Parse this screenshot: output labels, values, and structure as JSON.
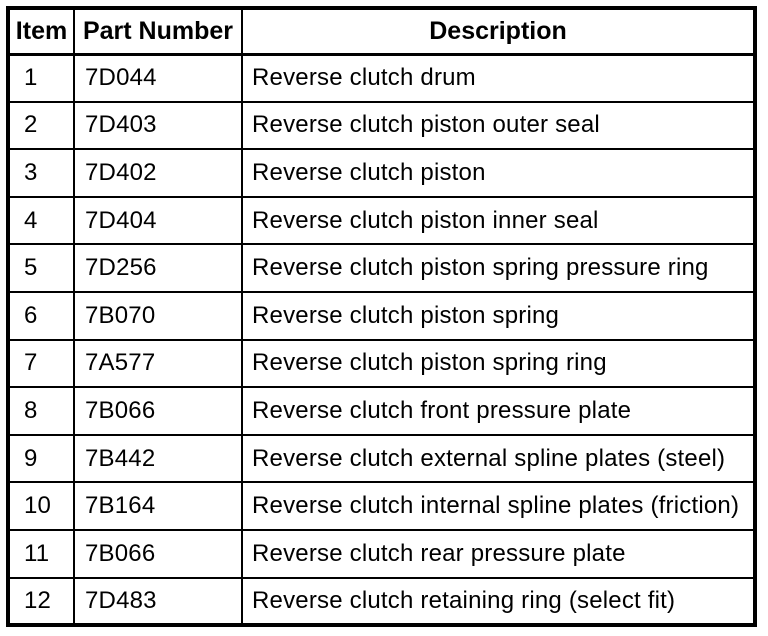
{
  "table": {
    "columns": [
      "Item",
      "Part Number",
      "Description"
    ],
    "rows": [
      {
        "item": "1",
        "part_number": "7D044",
        "description": "Reverse clutch drum"
      },
      {
        "item": "2",
        "part_number": "7D403",
        "description": "Reverse clutch piston outer seal"
      },
      {
        "item": "3",
        "part_number": "7D402",
        "description": "Reverse clutch piston"
      },
      {
        "item": "4",
        "part_number": "7D404",
        "description": "Reverse clutch piston inner seal"
      },
      {
        "item": "5",
        "part_number": "7D256",
        "description": "Reverse clutch piston spring pressure ring"
      },
      {
        "item": "6",
        "part_number": "7B070",
        "description": "Reverse clutch piston spring"
      },
      {
        "item": "7",
        "part_number": "7A577",
        "description": "Reverse clutch piston spring ring"
      },
      {
        "item": "8",
        "part_number": "7B066",
        "description": "Reverse clutch front pressure plate"
      },
      {
        "item": "9",
        "part_number": "7B442",
        "description": "Reverse clutch external spline plates (steel)"
      },
      {
        "item": "10",
        "part_number": "7B164",
        "description": "Reverse clutch internal spline plates (friction)"
      },
      {
        "item": "11",
        "part_number": "7B066",
        "description": "Reverse clutch rear pressure plate"
      },
      {
        "item": "12",
        "part_number": "7D483",
        "description": "Reverse clutch retaining ring (select fit)"
      }
    ],
    "colors": {
      "border": "#000000",
      "text": "#000000",
      "background": "#ffffff"
    }
  }
}
